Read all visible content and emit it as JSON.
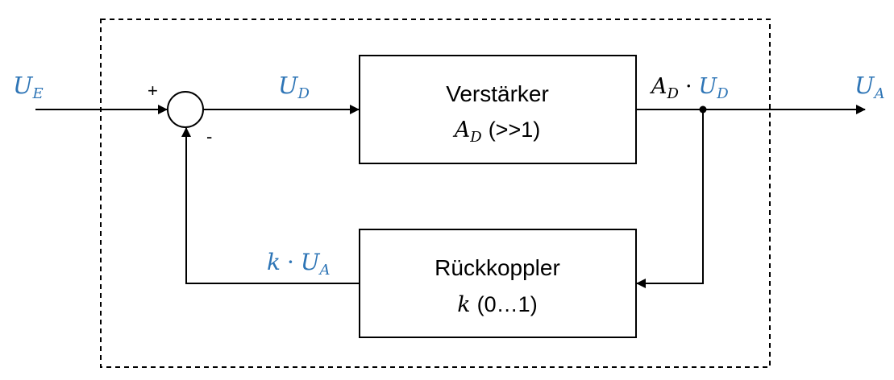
{
  "colors": {
    "signal_label": "#2e75b6",
    "line": "#000000",
    "block_fill": "#ffffff"
  },
  "input_signal": {
    "symbol": "U",
    "subscript": "E"
  },
  "difference_signal": {
    "symbol": "U",
    "subscript": "D"
  },
  "output_signal": {
    "symbol": "U",
    "subscript": "A"
  },
  "amplifier_output": {
    "factor_symbol": "A",
    "factor_subscript": "D",
    "operator": "·",
    "signal_symbol": "U",
    "signal_subscript": "D"
  },
  "feedback_signal": {
    "factor_symbol": "k",
    "operator": "·",
    "signal_symbol": "U",
    "signal_subscript": "A"
  },
  "summing_junction": {
    "plus_sign": "+",
    "minus_sign": "-"
  },
  "amplifier_block": {
    "title": "Verstärker",
    "gain_symbol": "A",
    "gain_subscript": "D",
    "gain_range": "(>>1)"
  },
  "feedback_block": {
    "title": "Rückkoppler",
    "gain_symbol": "k",
    "gain_range": "(0…1)"
  }
}
